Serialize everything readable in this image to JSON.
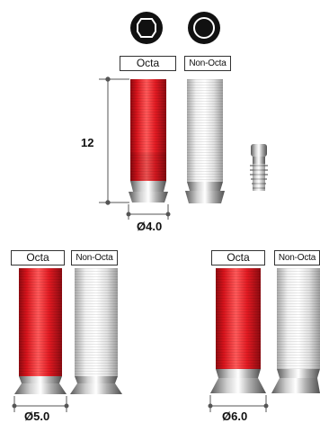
{
  "figures": [
    {
      "id": "top",
      "octa_label": "Octa",
      "non_octa_label": "Non-Octa",
      "height_label": "12",
      "diameter_label": "Ø4.0"
    },
    {
      "id": "left",
      "octa_label": "Octa",
      "non_octa_label": "Non-Octa",
      "diameter_label": "Ø5.0"
    },
    {
      "id": "right",
      "octa_label": "Octa",
      "non_octa_label": "Non-Octa",
      "diameter_label": "Ø6.0"
    }
  ],
  "colors": {
    "red": "#d9101a",
    "silver": "#e8e8e8",
    "dark": "#111111"
  },
  "icons": [
    "octagon-icon",
    "circle-icon"
  ]
}
